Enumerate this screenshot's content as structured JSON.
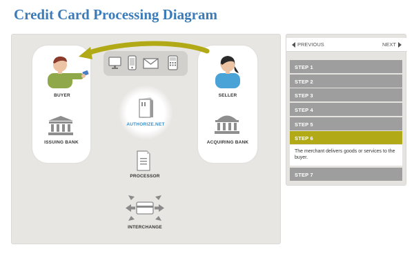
{
  "page": {
    "title": "Credit Card Processing Diagram"
  },
  "diagram": {
    "nodes": {
      "buyer": "BUYER",
      "seller": "SELLER",
      "issuing_bank": "ISSUING BANK",
      "acquiring_bank": "ACQUIRING BANK",
      "gateway": "AUTHORIZE.NET",
      "processor": "PROCESSOR",
      "interchange": "INTERCHANGE"
    },
    "devices": [
      "computer-icon",
      "phone-icon",
      "mail-icon",
      "card-terminal-icon"
    ],
    "colors": {
      "arrow": "#b1a916",
      "gateway_label": "#3a8fc7",
      "title": "#3a7bb8"
    }
  },
  "steps_panel": {
    "prev_label": "PREVIOUS",
    "next_label": "NEXT",
    "active_step": 6,
    "steps": [
      {
        "label": "STEP 1"
      },
      {
        "label": "STEP 2"
      },
      {
        "label": "STEP 3"
      },
      {
        "label": "STEP 4"
      },
      {
        "label": "STEP 5"
      },
      {
        "label": "STEP 6",
        "description": "The merchant delivers goods or services to the buyer."
      },
      {
        "label": "STEP 7"
      }
    ],
    "colors": {
      "step_inactive": "#9e9e9e",
      "step_active": "#b1a916"
    }
  }
}
